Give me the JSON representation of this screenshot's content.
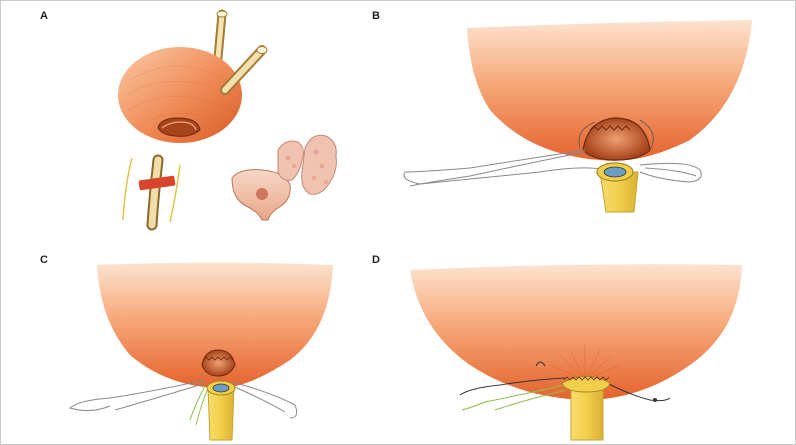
{
  "figure": {
    "panels": [
      {
        "label": "A"
      },
      {
        "label": "B"
      },
      {
        "label": "C"
      },
      {
        "label": "D"
      }
    ]
  },
  "colors": {
    "bladder_light": "#fbd3b8",
    "bladder_dark": "#e8622e",
    "urethra_yellow": "#f2cf4a",
    "urethra_edge": "#c9a42a",
    "suture_gray": "#8a8a8a",
    "suture_green": "#8bbf4a",
    "tissue_pink": "#f3c6b4",
    "clamp_red": "#d9452b"
  }
}
